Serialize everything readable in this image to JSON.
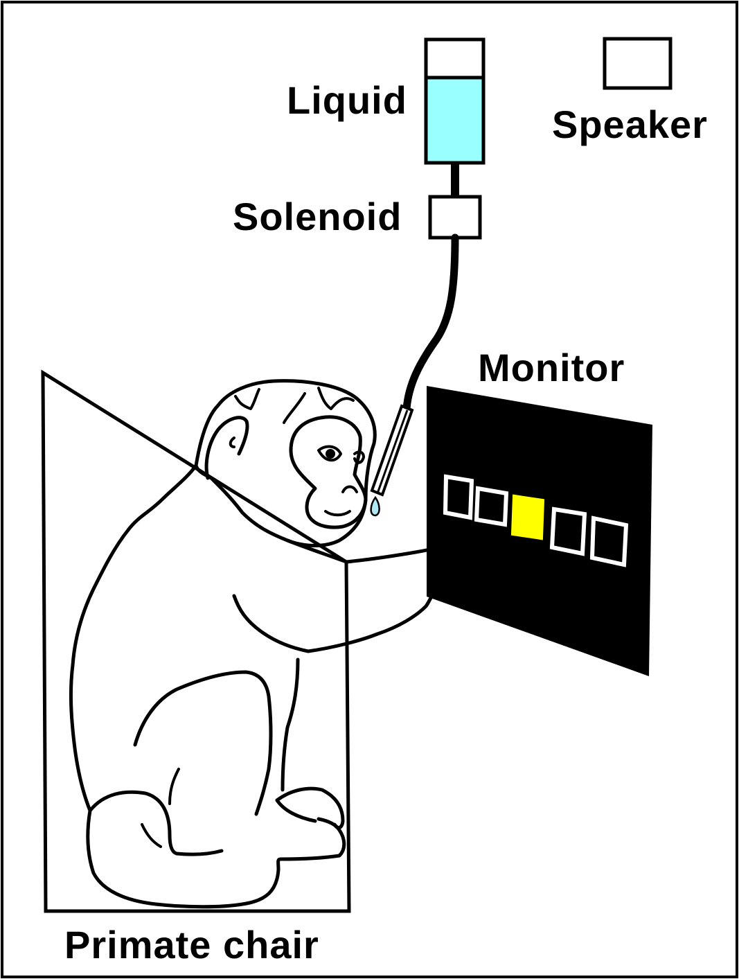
{
  "labels": {
    "liquid": "Liquid",
    "speaker": "Speaker",
    "solenoid": "Solenoid",
    "monitor": "Monitor",
    "primate_chair": "Primate chair"
  },
  "colors": {
    "liquid": "#99ffff",
    "monitor": "#000000",
    "target_highlight": "#ffff00",
    "drop": "#aee8f5",
    "stroke": "#000000"
  },
  "monitor": {
    "target_count": 5,
    "highlighted_index": 2
  }
}
